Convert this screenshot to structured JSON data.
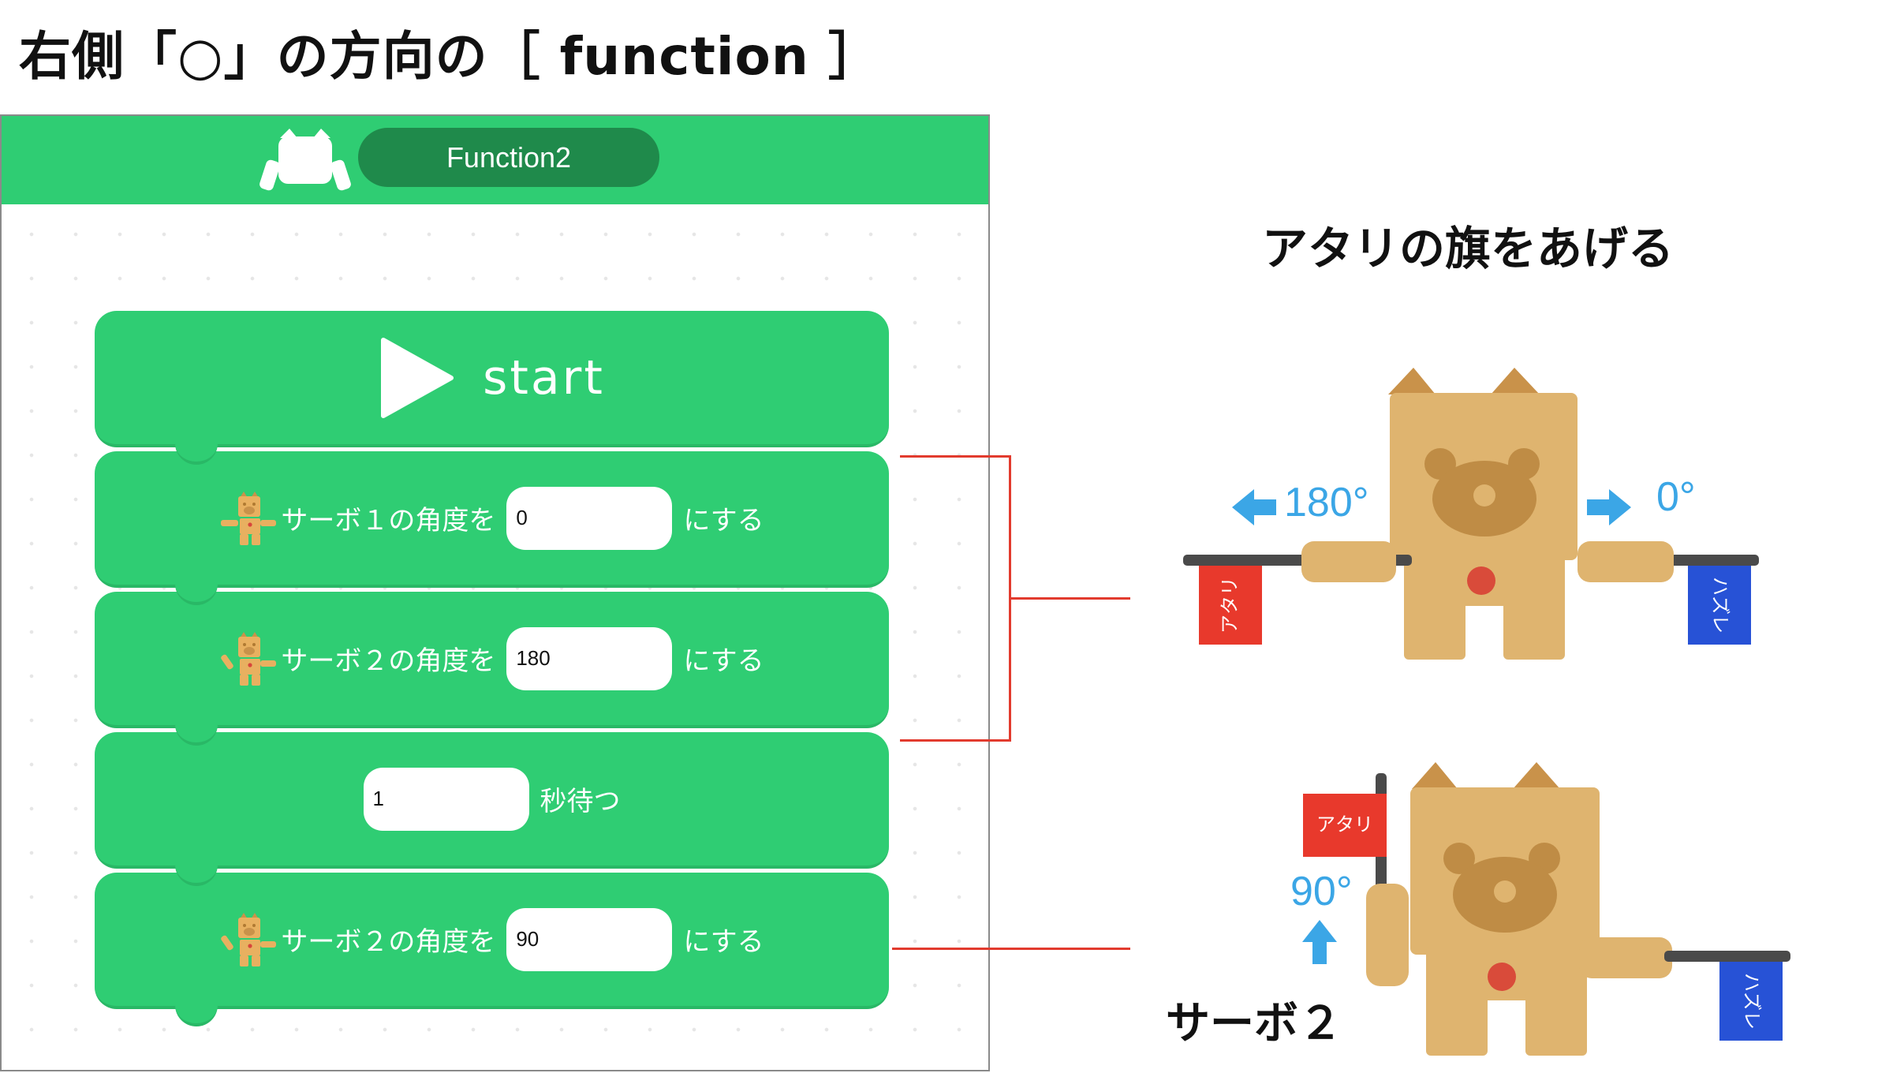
{
  "page_title": "右側「○」の方向の［ function ］",
  "header": {
    "function_name": "Function2"
  },
  "blocks": {
    "start": {
      "label": "start"
    },
    "servo1": {
      "label": "サーボ１の角度を",
      "value": "0",
      "suffix": "にする"
    },
    "servo2_a": {
      "label": "サーボ２の角度を",
      "value": "180",
      "suffix": "にする"
    },
    "wait": {
      "value": "1",
      "suffix": "秒待つ"
    },
    "servo2_b": {
      "label": "サーボ２の角度を",
      "value": "90",
      "suffix": "にする"
    }
  },
  "annotations": {
    "heading": "アタリの旗をあげる",
    "angle_left": "180°",
    "angle_right": "0°",
    "angle_up": "90°",
    "servo_caption": "サーボ２",
    "flag_red": "アタリ",
    "flag_blue": "ハズレ"
  },
  "colors": {
    "block_green": "#2fcd73",
    "pill_green": "#1f8a4b",
    "connector_red": "#e23b2e",
    "angle_blue": "#3ba6e6",
    "robot_tan": "#dfb46f",
    "flag_red": "#e8392c",
    "flag_blue": "#2752d6"
  }
}
